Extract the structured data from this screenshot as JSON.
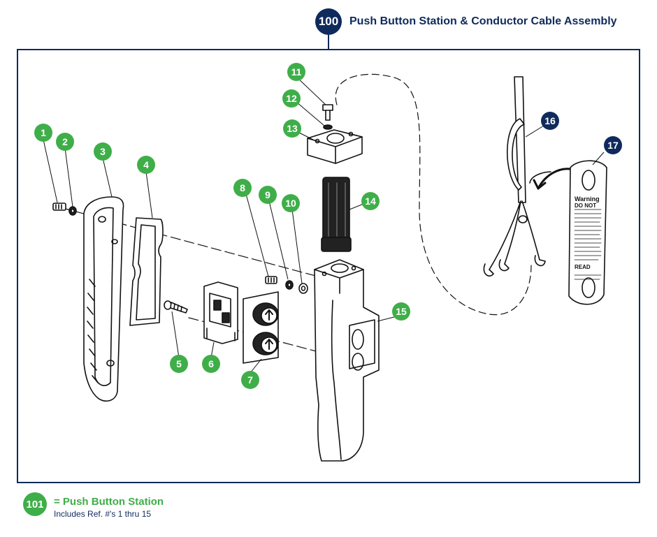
{
  "assembly": {
    "number": "100",
    "title": "Push Button Station & Conductor Cable Assembly"
  },
  "callouts": [
    {
      "id": "1",
      "kind": "component"
    },
    {
      "id": "2",
      "kind": "component"
    },
    {
      "id": "3",
      "kind": "component"
    },
    {
      "id": "4",
      "kind": "component"
    },
    {
      "id": "5",
      "kind": "component"
    },
    {
      "id": "6",
      "kind": "component"
    },
    {
      "id": "7",
      "kind": "component"
    },
    {
      "id": "8",
      "kind": "component"
    },
    {
      "id": "9",
      "kind": "component"
    },
    {
      "id": "10",
      "kind": "component"
    },
    {
      "id": "11",
      "kind": "component"
    },
    {
      "id": "12",
      "kind": "component"
    },
    {
      "id": "13",
      "kind": "component"
    },
    {
      "id": "14",
      "kind": "component"
    },
    {
      "id": "15",
      "kind": "component"
    },
    {
      "id": "16",
      "kind": "cable"
    },
    {
      "id": "17",
      "kind": "cable"
    }
  ],
  "colors": {
    "component": "#3fae49",
    "cable": "#0f2a5c",
    "frame": "#0f2a5c"
  },
  "label": {
    "heading1": "Warning",
    "heading2": "DO NOT",
    "footer": "READ"
  },
  "subassembly": {
    "number": "101",
    "title": "= Push Button Station",
    "note": "Includes Ref. #'s 1 thru 15"
  }
}
